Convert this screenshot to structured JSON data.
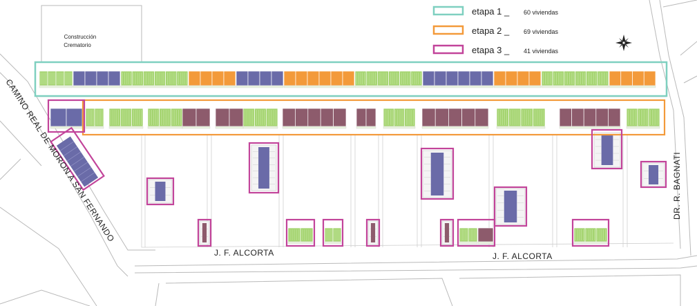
{
  "legend": [
    {
      "label": "etapa 1 _",
      "count": "60 viviendas",
      "color": "#7fd0c0"
    },
    {
      "label": "etapa 2 _",
      "count": "69 viviendas",
      "color": "#f39a3a"
    },
    {
      "label": "etapa 3 _",
      "count": "41 viviendas",
      "color": "#c2449a"
    }
  ],
  "buildings": {
    "crematorio_line1": "Construcción",
    "crematorio_line2": "Crematorio"
  },
  "streets": {
    "diagonal": "CAMINO REAL DE MORON A SAN FERNANDO",
    "bottom_left": "J. F. ALCORTA",
    "bottom_right": "J. F. ALCORTA",
    "vertical_right": "DR. R. BAGNATI"
  },
  "colors": {
    "green": "#a4d46f",
    "blue": "#6a6ba8",
    "orange": "#f39a3a",
    "maroon": "#8d5b6c",
    "magenta": "#c2449a",
    "teal": "#7fd0c0"
  },
  "icons": {
    "compass": "compass-rose-icon"
  }
}
